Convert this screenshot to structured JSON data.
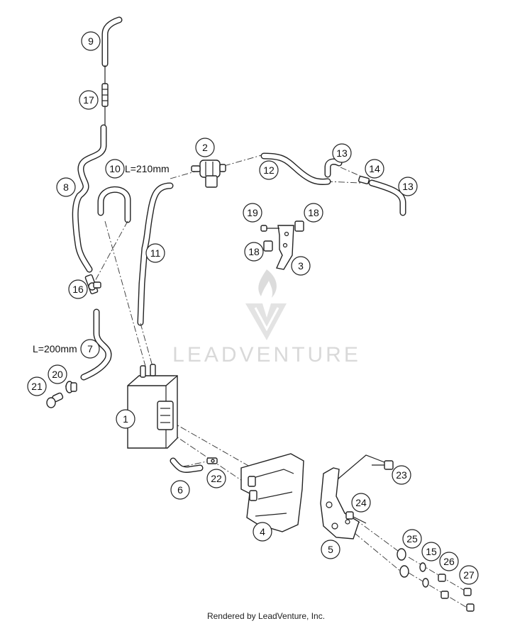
{
  "callouts": [
    {
      "label": "1"
    },
    {
      "label": "2"
    },
    {
      "label": "3"
    },
    {
      "label": "4"
    },
    {
      "label": "5"
    },
    {
      "label": "6"
    },
    {
      "label": "7"
    },
    {
      "label": "8"
    },
    {
      "label": "9"
    },
    {
      "label": "10"
    },
    {
      "label": "11"
    },
    {
      "label": "12"
    },
    {
      "label": "13"
    },
    {
      "label": "13"
    },
    {
      "label": "14"
    },
    {
      "label": "15"
    },
    {
      "label": "16"
    },
    {
      "label": "17"
    },
    {
      "label": "18"
    },
    {
      "label": "18"
    },
    {
      "label": "19"
    },
    {
      "label": "20"
    },
    {
      "label": "21"
    },
    {
      "label": "22"
    },
    {
      "label": "23"
    },
    {
      "label": "24"
    },
    {
      "label": "25"
    },
    {
      "label": "26"
    },
    {
      "label": "27"
    }
  ],
  "length_labels": {
    "hose_10": "L=210mm",
    "hose_7": "L=200mm"
  },
  "watermark": {
    "text": "LEADVENTURE",
    "icon": "leadventure-flame-logo-icon"
  },
  "footer": "Rendered by LeadVenture, Inc."
}
